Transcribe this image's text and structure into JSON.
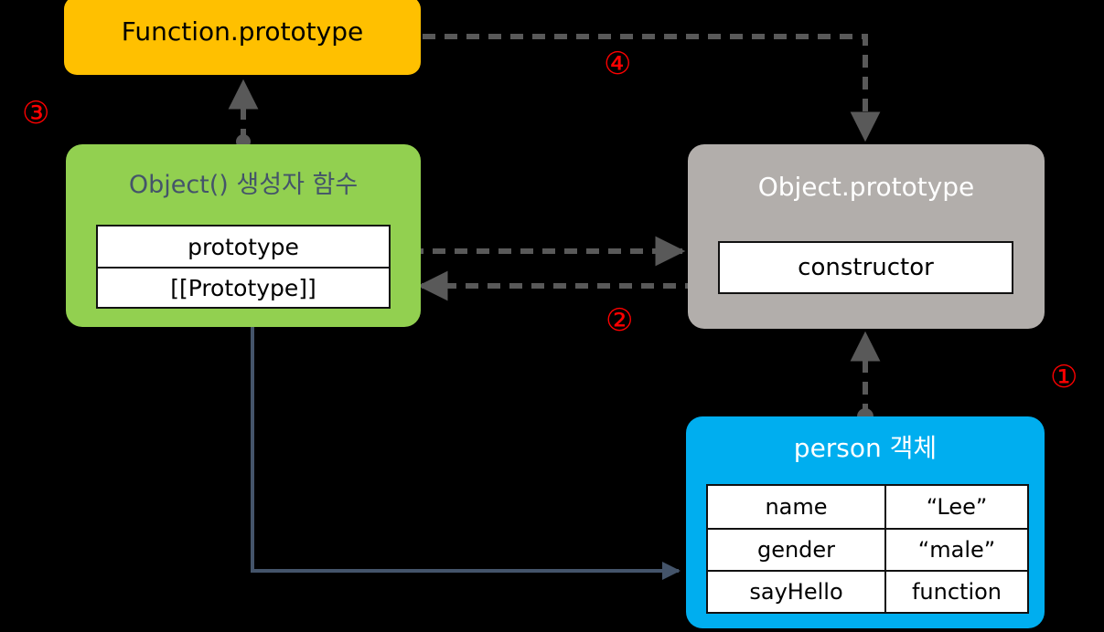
{
  "diagram": {
    "title": "JavaScript prototype chain diagram",
    "background_color": "#000000",
    "nodes": {
      "function_prototype": {
        "label": "Function.prototype",
        "color": "#ffc000",
        "text_color": "#000000"
      },
      "object_constructor": {
        "label": "Object() 생성자 함수",
        "color": "#92d050",
        "text_color": "#44546a",
        "slots": [
          {
            "name": "prototype"
          },
          {
            "name": "[[Prototype]]"
          }
        ]
      },
      "object_prototype": {
        "label": "Object.prototype",
        "color": "#b2aeab",
        "text_color": "#ffffff",
        "slots": [
          {
            "name": "constructor"
          }
        ]
      },
      "person_object": {
        "label": "person 객체",
        "color": "#00aeef",
        "text_color": "#ffffff",
        "properties": [
          {
            "key": "name",
            "value": "“Lee”"
          },
          {
            "key": "gender",
            "value": "“male”"
          },
          {
            "key": "sayHello",
            "value": "function"
          }
        ]
      }
    },
    "steps": [
      {
        "id": "step-1",
        "label": "①"
      },
      {
        "id": "step-2",
        "label": "②"
      },
      {
        "id": "step-3",
        "label": "③"
      },
      {
        "id": "step-4",
        "label": "④"
      }
    ],
    "edges": [
      {
        "id": "edge-1",
        "label": "①",
        "from": "person_object",
        "to": "object_prototype",
        "style": "dashed",
        "color": "#595959"
      },
      {
        "id": "edge-2-forward",
        "label": "②",
        "from": "object_constructor.prototype",
        "to": "object_prototype",
        "style": "dashed",
        "color": "#595959"
      },
      {
        "id": "edge-2-back",
        "label": "②",
        "from": "object_prototype.constructor",
        "to": "object_constructor.[[Prototype]]",
        "style": "dashed",
        "color": "#595959"
      },
      {
        "id": "edge-3",
        "label": "③",
        "from": "object_constructor",
        "to": "function_prototype",
        "style": "dashed",
        "color": "#595959"
      },
      {
        "id": "edge-4",
        "label": "④",
        "from": "function_prototype",
        "to": "object_prototype",
        "style": "dashed",
        "color": "#595959"
      },
      {
        "id": "edge-create",
        "label": "",
        "from": "object_constructor",
        "to": "person_object",
        "style": "solid",
        "color": "#44546a"
      }
    ]
  }
}
